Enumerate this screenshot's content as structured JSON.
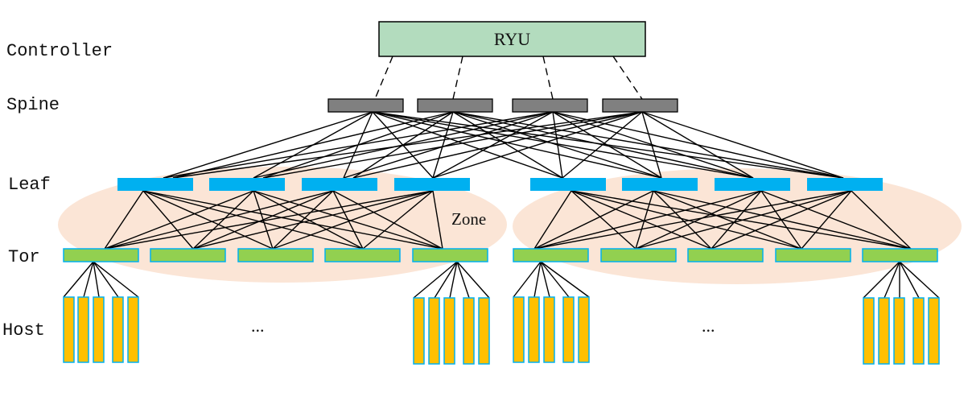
{
  "layer_labels": {
    "controller": "Controller",
    "spine": "Spine",
    "leaf": "Leaf",
    "tor": "Tor",
    "host": "Host"
  },
  "controller": {
    "label": "RYU"
  },
  "zone_label": "Zone",
  "ellipsis": "...",
  "topology": {
    "spine_count": 4,
    "leaves_per_zone": 4,
    "tors_per_zone": 5,
    "zones": 2,
    "hosts_per_shown_tor": 5,
    "shown_host_groups": [
      "zone1-tor1",
      "zone1-tor5",
      "zone2-tor1",
      "zone2-tor5"
    ],
    "spine_leaf": "full-mesh",
    "leaf_tor": "full-mesh within zone",
    "controller_spine": "dashed"
  },
  "colors": {
    "controller_fill": "#b3dcbe",
    "spine_fill": "#808080",
    "leaf_fill": "#00b0f0",
    "tor_fill": "#92d050",
    "tor_border": "#00b0f0",
    "host_fill": "#ffc000",
    "host_border": "#00b0f0",
    "zone_fill": "#fbe5d6",
    "edge": "#000000"
  }
}
